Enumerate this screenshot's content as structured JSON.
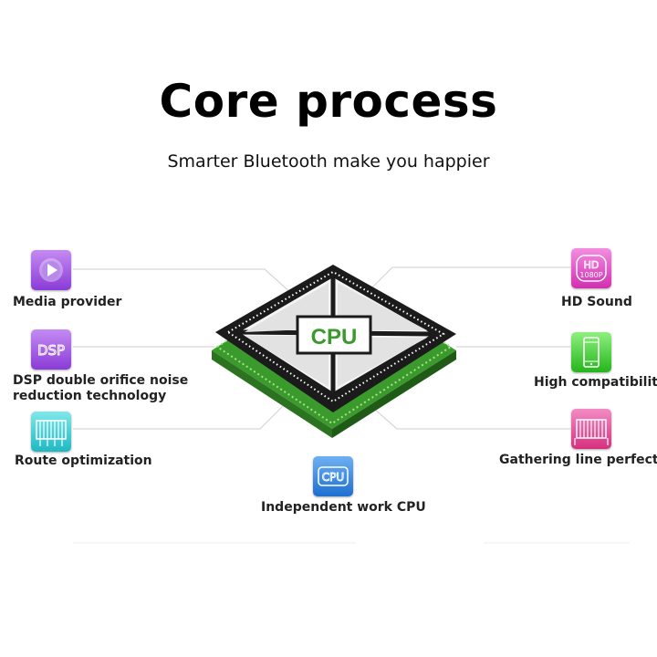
{
  "header": {
    "title": "Core process",
    "subtitle": "Smarter Bluetooth make you happier"
  },
  "chip": {
    "label": "CPU"
  },
  "features": {
    "media_provider": {
      "label": "Media provider",
      "icon": "play-icon",
      "color": "#9b4ee0"
    },
    "dsp": {
      "label_line1": "DSP double orifice noise",
      "label_line2": "reduction technology",
      "icon": "dsp-icon",
      "icon_text": "DSP",
      "color": "#9b4ee0"
    },
    "route": {
      "label": "Route optimization",
      "icon": "route-icon",
      "color": "#2ec4cc"
    },
    "hd_sound": {
      "label": "HD Sound",
      "icon": "hd-1080p-icon",
      "icon_text_top": "HD",
      "icon_text_bottom": "1080P",
      "color": "#e03fbd"
    },
    "compat": {
      "label": "High compatibility",
      "icon": "phone-icon",
      "color": "#34c228"
    },
    "gathering": {
      "label": "Gathering line perfectly",
      "icon": "wire-bundle-icon",
      "color": "#e0408a"
    },
    "cpu": {
      "label": "Independent work CPU",
      "icon": "cpu-icon",
      "icon_text": "CPU",
      "color": "#2a7fd9"
    }
  }
}
